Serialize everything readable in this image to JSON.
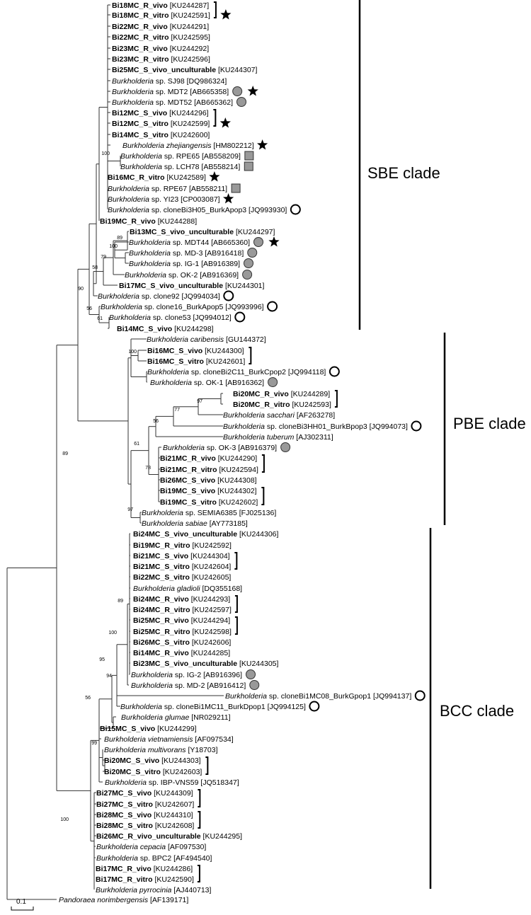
{
  "taxa": [
    {
      "id": "t0",
      "parts": [
        {
          "t": "Bi18MC_R_vivo",
          "s": "b"
        },
        {
          "t": " [KU244287]",
          "s": "n"
        }
      ]
    },
    {
      "id": "t1",
      "parts": [
        {
          "t": "Bi18MC_R_vitro",
          "s": "b"
        },
        {
          "t": " [KU242591]",
          "s": "n"
        }
      ]
    },
    {
      "id": "t2",
      "parts": [
        {
          "t": "Bi22MC_R_vivo",
          "s": "b"
        },
        {
          "t": " [KU244291]",
          "s": "n"
        }
      ]
    },
    {
      "id": "t3",
      "parts": [
        {
          "t": "Bi22MC_R_vitro",
          "s": "b"
        },
        {
          "t": " [KU242595]",
          "s": "n"
        }
      ]
    },
    {
      "id": "t4",
      "parts": [
        {
          "t": "Bi23MC_R_vivo",
          "s": "b"
        },
        {
          "t": " [KU244292]",
          "s": "n"
        }
      ]
    },
    {
      "id": "t5",
      "parts": [
        {
          "t": "Bi23MC_R_vitro",
          "s": "b"
        },
        {
          "t": " [KU242596]",
          "s": "n"
        }
      ]
    },
    {
      "id": "t6",
      "parts": [
        {
          "t": "Bi25MC_S_vivo_unculturable",
          "s": "b"
        },
        {
          "t": " [KU244307]",
          "s": "n"
        }
      ]
    },
    {
      "id": "t7",
      "parts": [
        {
          "t": "Burkholderia",
          "s": "i"
        },
        {
          "t": " sp. SJ98 [DQ986324]",
          "s": "n"
        }
      ]
    },
    {
      "id": "t8",
      "parts": [
        {
          "t": "Burkholderia",
          "s": "i"
        },
        {
          "t": " sp. MDT2 [AB665358]",
          "s": "n"
        }
      ]
    },
    {
      "id": "t9",
      "parts": [
        {
          "t": "Burkholderia",
          "s": "i"
        },
        {
          "t": " sp. MDT52 [AB665362]",
          "s": "n"
        }
      ]
    },
    {
      "id": "t10",
      "parts": [
        {
          "t": "Bi12MC_S_vivo",
          "s": "b"
        },
        {
          "t": " [KU244296]",
          "s": "n"
        }
      ]
    },
    {
      "id": "t11",
      "parts": [
        {
          "t": "Bi12MC_S_vitro",
          "s": "b"
        },
        {
          "t": " [KU242599]",
          "s": "n"
        }
      ]
    },
    {
      "id": "t12",
      "parts": [
        {
          "t": "Bi14MC_S_vitro",
          "s": "b"
        },
        {
          "t": " [KU242600]",
          "s": "n"
        }
      ]
    },
    {
      "id": "t13",
      "parts": [
        {
          "t": "Burkholderia zhejiangensis",
          "s": "i"
        },
        {
          "t": " [HM802212]",
          "s": "n"
        }
      ]
    },
    {
      "id": "t14",
      "parts": [
        {
          "t": "Burkholderia",
          "s": "i"
        },
        {
          "t": " sp. RPE65 [AB558209]",
          "s": "n"
        }
      ]
    },
    {
      "id": "t15",
      "parts": [
        {
          "t": "Burkholderia",
          "s": "i"
        },
        {
          "t": " sp. LCH78 [AB558214]",
          "s": "n"
        }
      ]
    },
    {
      "id": "t16",
      "parts": [
        {
          "t": "Bi16MC_R_vitro",
          "s": "b"
        },
        {
          "t": " [KU242589]",
          "s": "n"
        }
      ]
    },
    {
      "id": "t17",
      "parts": [
        {
          "t": "Burkholderia",
          "s": "i"
        },
        {
          "t": " sp. RPE67 [AB558211]",
          "s": "n"
        }
      ]
    },
    {
      "id": "t18",
      "parts": [
        {
          "t": "Burkholderia",
          "s": "i"
        },
        {
          "t": " sp. YI23 [CP003087]",
          "s": "n"
        }
      ]
    },
    {
      "id": "t19",
      "parts": [
        {
          "t": "Burkholderia",
          "s": "i"
        },
        {
          "t": " sp. cloneBi3H05_BurkApop3 [JQ993930]",
          "s": "n"
        }
      ]
    },
    {
      "id": "t20",
      "parts": [
        {
          "t": "Bi19MC_R_vivo",
          "s": "b"
        },
        {
          "t": " [KU244288]",
          "s": "n"
        }
      ]
    },
    {
      "id": "t21",
      "parts": [
        {
          "t": "Bi13MC_S_vivo_unculturable",
          "s": "b"
        },
        {
          "t": " [KU244297]",
          "s": "n"
        }
      ]
    },
    {
      "id": "t22",
      "parts": [
        {
          "t": "Burkholderia",
          "s": "i"
        },
        {
          "t": " sp. MDT44 [AB665360]",
          "s": "n"
        }
      ]
    },
    {
      "id": "t23",
      "parts": [
        {
          "t": "Burkholderia",
          "s": "i"
        },
        {
          "t": " sp. MD-3 [AB916418]",
          "s": "n"
        }
      ]
    },
    {
      "id": "t24",
      "parts": [
        {
          "t": "Burkholderia",
          "s": "i"
        },
        {
          "t": " sp. IG-1 [AB916389]",
          "s": "n"
        }
      ]
    },
    {
      "id": "t25",
      "parts": [
        {
          "t": "Burkholderia",
          "s": "i"
        },
        {
          "t": " sp. OK-2 [AB916369]",
          "s": "n"
        }
      ]
    },
    {
      "id": "t26",
      "parts": [
        {
          "t": "Bi17MC_S_vivo_unculturable",
          "s": "b"
        },
        {
          "t": " [KU244301]",
          "s": "n"
        }
      ]
    },
    {
      "id": "t27",
      "parts": [
        {
          "t": "Burkholderia",
          "s": "i"
        },
        {
          "t": " sp. clone92 [JQ994034]",
          "s": "n"
        }
      ]
    },
    {
      "id": "t28",
      "parts": [
        {
          "t": "Burkholderia",
          "s": "i"
        },
        {
          "t": " sp. clone16_BurkApop5 [JQ993996]",
          "s": "n"
        }
      ]
    },
    {
      "id": "t29",
      "parts": [
        {
          "t": "Burkholderia",
          "s": "i"
        },
        {
          "t": " sp. clone53 [JQ994012]",
          "s": "n"
        }
      ]
    },
    {
      "id": "t30",
      "parts": [
        {
          "t": "Bi14MC_S_vivo",
          "s": "b"
        },
        {
          "t": " [KU244298]",
          "s": "n"
        }
      ]
    },
    {
      "id": "t31",
      "parts": [
        {
          "t": "Burkholderia caribensis",
          "s": "i"
        },
        {
          "t": " [GU144372]",
          "s": "n"
        }
      ]
    },
    {
      "id": "t32",
      "parts": [
        {
          "t": "Bi16MC_S_vivo",
          "s": "b"
        },
        {
          "t": " [KU244300]",
          "s": "n"
        }
      ]
    },
    {
      "id": "t33",
      "parts": [
        {
          "t": "Bi16MC_S_vitro",
          "s": "b"
        },
        {
          "t": " [KU242601]",
          "s": "n"
        }
      ]
    },
    {
      "id": "t34",
      "parts": [
        {
          "t": "Burkholderia",
          "s": "i"
        },
        {
          "t": " sp. cloneBi2C11_BurkCpop2 [JQ994118]",
          "s": "n"
        }
      ]
    },
    {
      "id": "t35",
      "parts": [
        {
          "t": "Burkholderia",
          "s": "i"
        },
        {
          "t": " sp. OK-1 [AB916362]",
          "s": "n"
        }
      ]
    },
    {
      "id": "t36",
      "parts": [
        {
          "t": "Bi20MC_R_vivo",
          "s": "b"
        },
        {
          "t": " [KU244289]",
          "s": "n"
        }
      ]
    },
    {
      "id": "t37",
      "parts": [
        {
          "t": "Bi20MC_R_vitro",
          "s": "b"
        },
        {
          "t": " [KU242593]",
          "s": "n"
        }
      ]
    },
    {
      "id": "t38",
      "parts": [
        {
          "t": "Burkholderia sacchari",
          "s": "i"
        },
        {
          "t": " [AF263278]",
          "s": "n"
        }
      ]
    },
    {
      "id": "t39",
      "parts": [
        {
          "t": "Burkholderia",
          "s": "i"
        },
        {
          "t": " sp. cloneBi3HH01_BurkBpop3 [JQ994073]",
          "s": "n"
        }
      ]
    },
    {
      "id": "t40",
      "parts": [
        {
          "t": "Burkholderia tuberum",
          "s": "i"
        },
        {
          "t": " [AJ302311]",
          "s": "n"
        }
      ]
    },
    {
      "id": "t41",
      "parts": [
        {
          "t": "Burkholderia",
          "s": "i"
        },
        {
          "t": " sp. OK-3 [AB916379]",
          "s": "n"
        }
      ]
    },
    {
      "id": "t42",
      "parts": [
        {
          "t": "Bi21MC_R_vivo",
          "s": "b"
        },
        {
          "t": " [KU244290]",
          "s": "n"
        }
      ]
    },
    {
      "id": "t43",
      "parts": [
        {
          "t": "Bi21MC_R_vitro",
          "s": "b"
        },
        {
          "t": " [KU242594]",
          "s": "n"
        }
      ]
    },
    {
      "id": "t44",
      "parts": [
        {
          "t": "Bi26MC_S_vivo",
          "s": "b"
        },
        {
          "t": " [KU244308]",
          "s": "n"
        }
      ]
    },
    {
      "id": "t45",
      "parts": [
        {
          "t": "Bi19MC_S_vivo",
          "s": "b"
        },
        {
          "t": " [KU244302]",
          "s": "n"
        }
      ]
    },
    {
      "id": "t46",
      "parts": [
        {
          "t": "Bi19MC_S_vitro",
          "s": "b"
        },
        {
          "t": " [KU242602]",
          "s": "n"
        }
      ]
    },
    {
      "id": "t47",
      "parts": [
        {
          "t": "Burkholderia",
          "s": "i"
        },
        {
          "t": " sp. SEMIA6385 [FJ025136]",
          "s": "n"
        }
      ]
    },
    {
      "id": "t48",
      "parts": [
        {
          "t": "Burkholderia sabiae",
          "s": "i"
        },
        {
          "t": " [AY773185]",
          "s": "n"
        }
      ]
    },
    {
      "id": "t49",
      "parts": [
        {
          "t": "Bi24MC_S_vivo_unculturable",
          "s": "b"
        },
        {
          "t": " [KU244306]",
          "s": "n"
        }
      ]
    },
    {
      "id": "t50",
      "parts": [
        {
          "t": "Bi19MC_R_vitro",
          "s": "b"
        },
        {
          "t": " [KU242592]",
          "s": "n"
        }
      ]
    },
    {
      "id": "t51",
      "parts": [
        {
          "t": "Bi21MC_S_vivo",
          "s": "b"
        },
        {
          "t": " [KU244304]",
          "s": "n"
        }
      ]
    },
    {
      "id": "t52",
      "parts": [
        {
          "t": "Bi21MC_S_vitro",
          "s": "b"
        },
        {
          "t": " [KU242604]",
          "s": "n"
        }
      ]
    },
    {
      "id": "t53",
      "parts": [
        {
          "t": "Bi22MC_S_vitro",
          "s": "b"
        },
        {
          "t": " [KU242605]",
          "s": "n"
        }
      ]
    },
    {
      "id": "t54",
      "parts": [
        {
          "t": "Burkholderia gladioli",
          "s": "i"
        },
        {
          "t": " [DQ355168]",
          "s": "n"
        }
      ]
    },
    {
      "id": "t55",
      "parts": [
        {
          "t": "Bi24MC_R_vivo",
          "s": "b"
        },
        {
          "t": " [KU244293]",
          "s": "n"
        }
      ]
    },
    {
      "id": "t56",
      "parts": [
        {
          "t": "Bi24MC_R_vitro",
          "s": "b"
        },
        {
          "t": " [KU242597]",
          "s": "n"
        }
      ]
    },
    {
      "id": "t57",
      "parts": [
        {
          "t": "Bi25MC_R_vivo",
          "s": "b"
        },
        {
          "t": " [KU244294]",
          "s": "n"
        }
      ]
    },
    {
      "id": "t58",
      "parts": [
        {
          "t": "Bi25MC_R_vitro",
          "s": "b"
        },
        {
          "t": " [KU242598]",
          "s": "n"
        }
      ]
    },
    {
      "id": "t59",
      "parts": [
        {
          "t": "Bi26MC_S_vitro",
          "s": "b"
        },
        {
          "t": " [KU242606]",
          "s": "n"
        }
      ]
    },
    {
      "id": "t60",
      "parts": [
        {
          "t": "Bi14MC_R_vivo",
          "s": "b"
        },
        {
          "t": " [KU244285]",
          "s": "n"
        }
      ]
    },
    {
      "id": "t61",
      "parts": [
        {
          "t": "Bi23MC_S_vivo_unculturable",
          "s": "b"
        },
        {
          "t": " [KU244305]",
          "s": "n"
        }
      ]
    },
    {
      "id": "t62",
      "parts": [
        {
          "t": "Burkholderia",
          "s": "i"
        },
        {
          "t": " sp. IG-2 [AB916396]",
          "s": "n"
        }
      ]
    },
    {
      "id": "t63",
      "parts": [
        {
          "t": "Burkholderia",
          "s": "i"
        },
        {
          "t": " sp. MD-2 [AB916412]",
          "s": "n"
        }
      ]
    },
    {
      "id": "t64",
      "parts": [
        {
          "t": "Burkholderia",
          "s": "i"
        },
        {
          "t": " sp. cloneBi1MC08_BurkGpop1 [JQ994137]",
          "s": "n"
        }
      ]
    },
    {
      "id": "t65",
      "parts": [
        {
          "t": "Burkholderia",
          "s": "i"
        },
        {
          "t": " sp. cloneBi1MC11_BurkDpop1 [JQ994125]",
          "s": "n"
        }
      ]
    },
    {
      "id": "t66",
      "parts": [
        {
          "t": "Burkholderia glumae",
          "s": "i"
        },
        {
          "t": " [NR029211]",
          "s": "n"
        }
      ]
    },
    {
      "id": "t67",
      "parts": [
        {
          "t": "Bi15MC_S_vivo",
          "s": "b"
        },
        {
          "t": " [KU244299]",
          "s": "n"
        }
      ]
    },
    {
      "id": "t68",
      "parts": [
        {
          "t": "Burkholderia vietnamiensis",
          "s": "i"
        },
        {
          "t": " [AF097534]",
          "s": "n"
        }
      ]
    },
    {
      "id": "t69",
      "parts": [
        {
          "t": "Burkholderia multivorans",
          "s": "i"
        },
        {
          "t": " [Y18703]",
          "s": "n"
        }
      ]
    },
    {
      "id": "t70",
      "parts": [
        {
          "t": "Bi20MC_S_vivo",
          "s": "b"
        },
        {
          "t": " [KU244303]",
          "s": "n"
        }
      ]
    },
    {
      "id": "t71",
      "parts": [
        {
          "t": "Bi20MC_S_vitro",
          "s": "b"
        },
        {
          "t": " [KU242603]",
          "s": "n"
        }
      ]
    },
    {
      "id": "t72",
      "parts": [
        {
          "t": "Burkholderia",
          "s": "i"
        },
        {
          "t": " sp. IBP-VNS59 [JQ518347]",
          "s": "n"
        }
      ]
    },
    {
      "id": "t73",
      "parts": [
        {
          "t": "Bi27MC_S_vivo",
          "s": "b"
        },
        {
          "t": " [KU244309]",
          "s": "n"
        }
      ]
    },
    {
      "id": "t74",
      "parts": [
        {
          "t": "Bi27MC_S_vitro",
          "s": "b"
        },
        {
          "t": " [KU242607]",
          "s": "n"
        }
      ]
    },
    {
      "id": "t75",
      "parts": [
        {
          "t": "Bi28MC_S_vivo",
          "s": "b"
        },
        {
          "t": " [KU244310]",
          "s": "n"
        }
      ]
    },
    {
      "id": "t76",
      "parts": [
        {
          "t": "Bi28MC_S_vitro",
          "s": "b"
        },
        {
          "t": " [KU242608]",
          "s": "n"
        }
      ]
    },
    {
      "id": "t77",
      "parts": [
        {
          "t": "Bi26MC_R_vivo_unculturable",
          "s": "b"
        },
        {
          "t": " [KU244295]",
          "s": "n"
        }
      ]
    },
    {
      "id": "t78",
      "parts": [
        {
          "t": "Burkholderia cepacia",
          "s": "i"
        },
        {
          "t": " [AF097530]",
          "s": "n"
        }
      ]
    },
    {
      "id": "t79",
      "parts": [
        {
          "t": "Burkholderia",
          "s": "i"
        },
        {
          "t": " sp. BPC2 [AF494540]",
          "s": "n"
        }
      ]
    },
    {
      "id": "t80",
      "parts": [
        {
          "t": "Bi17MC_R_vivo",
          "s": "b"
        },
        {
          "t": " [KU244286]",
          "s": "n"
        }
      ]
    },
    {
      "id": "t81",
      "parts": [
        {
          "t": "Bi17MC_R_vitro",
          "s": "b"
        },
        {
          "t": " [KU242590]",
          "s": "n"
        }
      ]
    },
    {
      "id": "t82",
      "parts": [
        {
          "t": "Burkholderia pyrrocinia",
          "s": "i"
        },
        {
          "t": " [AJ440713]",
          "s": "n"
        }
      ]
    },
    {
      "id": "t83",
      "parts": [
        {
          "t": "Pandoraea norimbergensis",
          "s": "i"
        },
        {
          "t": " [AF139171]",
          "s": "n"
        }
      ]
    }
  ],
  "symbols": [
    {
      "taxon": "t1",
      "type": "star"
    },
    {
      "taxon": "t8",
      "type": "circle-grey"
    },
    {
      "taxon": "t8",
      "type": "star"
    },
    {
      "taxon": "t9",
      "type": "circle-grey"
    },
    {
      "taxon": "t11",
      "type": "star"
    },
    {
      "taxon": "t13",
      "type": "star"
    },
    {
      "taxon": "t14",
      "type": "square-grey"
    },
    {
      "taxon": "t15",
      "type": "square-grey"
    },
    {
      "taxon": "t16",
      "type": "star"
    },
    {
      "taxon": "t17",
      "type": "square-grey"
    },
    {
      "taxon": "t18",
      "type": "star"
    },
    {
      "taxon": "t19",
      "type": "circle-open"
    },
    {
      "taxon": "t22",
      "type": "circle-grey"
    },
    {
      "taxon": "t22",
      "type": "star"
    },
    {
      "taxon": "t23",
      "type": "circle-grey"
    },
    {
      "taxon": "t24",
      "type": "circle-grey"
    },
    {
      "taxon": "t25",
      "type": "circle-grey"
    },
    {
      "taxon": "t27",
      "type": "circle-open"
    },
    {
      "taxon": "t28",
      "type": "circle-open"
    },
    {
      "taxon": "t29",
      "type": "circle-open"
    },
    {
      "taxon": "t34",
      "type": "circle-open"
    },
    {
      "taxon": "t35",
      "type": "circle-grey"
    },
    {
      "taxon": "t39",
      "type": "circle-open"
    },
    {
      "taxon": "t41",
      "type": "circle-grey"
    },
    {
      "taxon": "t62",
      "type": "circle-grey"
    },
    {
      "taxon": "t63",
      "type": "circle-grey"
    },
    {
      "taxon": "t64",
      "type": "circle-open"
    },
    {
      "taxon": "t65",
      "type": "circle-open"
    }
  ],
  "pair_brackets": [
    [
      "t0",
      "t1"
    ],
    [
      "t10",
      "t11"
    ],
    [
      "t32",
      "t33"
    ],
    [
      "t36",
      "t37"
    ],
    [
      "t42",
      "t43"
    ],
    [
      "t45",
      "t46"
    ],
    [
      "t51",
      "t52"
    ],
    [
      "t55",
      "t56"
    ],
    [
      "t57",
      "t58"
    ],
    [
      "t70",
      "t71"
    ],
    [
      "t73",
      "t74"
    ],
    [
      "t75",
      "t76"
    ],
    [
      "t80",
      "t81"
    ]
  ],
  "bootstrap_values": [
    "100",
    "89",
    "100",
    "79",
    "58",
    "90",
    "56",
    "61",
    "100",
    "97",
    "77",
    "56",
    "61",
    "78",
    "97",
    "89",
    "89",
    "100",
    "95",
    "94",
    "56",
    "99",
    "100"
  ],
  "clades": [
    {
      "name": "SBE clade"
    },
    {
      "name": "PBE clade"
    },
    {
      "name": "BCC clade"
    }
  ],
  "scale_bar": {
    "label": "0.1"
  },
  "colors": {
    "grey_fill": "#999999",
    "stroke": "#000000"
  }
}
